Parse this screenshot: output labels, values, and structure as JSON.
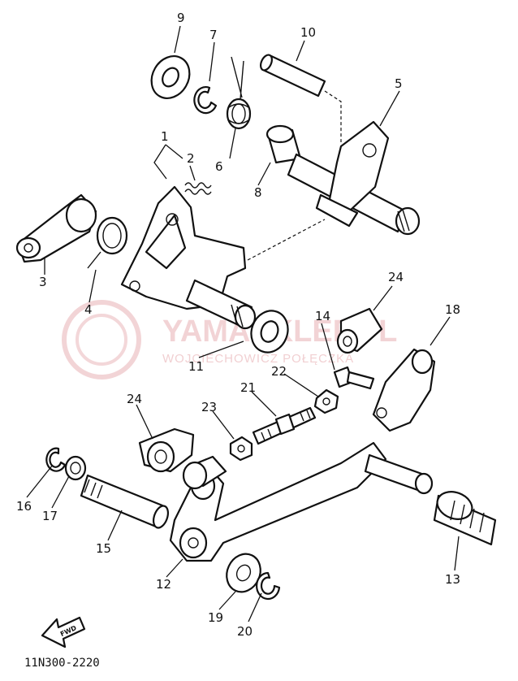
{
  "diagram": {
    "part_code": "11N300-2220",
    "fwd_label": "FWD",
    "watermark": {
      "main": "YAMASKLEP.PL",
      "sub": "WOJCIECHOWICZ POŁĘCZKA"
    },
    "callouts": [
      "1",
      "2",
      "3",
      "4",
      "5",
      "6",
      "7",
      "8",
      "9",
      "10",
      "11",
      "12",
      "13",
      "14",
      "15",
      "16",
      "17",
      "18",
      "19",
      "20",
      "21",
      "22",
      "23",
      "24",
      "24"
    ]
  }
}
